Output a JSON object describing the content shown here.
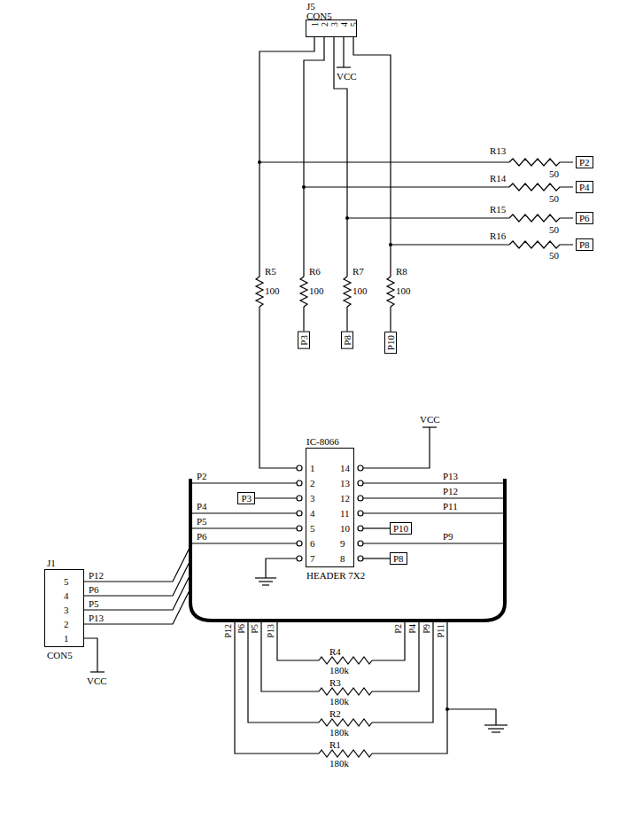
{
  "diagram": {
    "nodes": [
      {
        "text": [
          "J5",
          "CON5"
        ]
      },
      {
        "text": [
          "P2"
        ]
      },
      {
        "text": [
          "P4"
        ]
      },
      {
        "text": [
          "P6"
        ]
      },
      {
        "text": [
          "P8"
        ]
      },
      {
        "text": [
          "P3"
        ]
      },
      {
        "text": [
          "P8"
        ]
      },
      {
        "text": [
          "P10"
        ]
      },
      {
        "text": [
          "IC-8066",
          "HEADER 7X2"
        ]
      },
      {
        "text": [
          "P3"
        ]
      },
      {
        "text": [
          "P10"
        ]
      },
      {
        "text": [
          "P8"
        ]
      },
      {
        "text": [
          "J1",
          "CON5"
        ]
      }
    ],
    "labels": [
      "R13",
      "50",
      "R14",
      "50",
      "R15",
      "50",
      "R16",
      "50",
      "R5",
      "100",
      "R6",
      "100",
      "R7",
      "100",
      "R8",
      "100",
      "VCC",
      "VCC",
      "VCC",
      "1",
      "2",
      "3",
      "4",
      "5",
      "6",
      "7",
      "14",
      "13",
      "12",
      "11",
      "10",
      "9",
      "8",
      "P2",
      "P4",
      "P5",
      "P6",
      "P13",
      "P12",
      "P11",
      "P9",
      "1",
      "2",
      "3",
      "4",
      "5",
      "5",
      "4",
      "3",
      "2",
      "1",
      "P12",
      "P6",
      "P5",
      "P13",
      "P12",
      "P6",
      "P5",
      "P13",
      "P2",
      "P4",
      "P9",
      "P11",
      "R4",
      "180k",
      "R3",
      "180k",
      "R2",
      "180k",
      "R1",
      "180k"
    ]
  }
}
